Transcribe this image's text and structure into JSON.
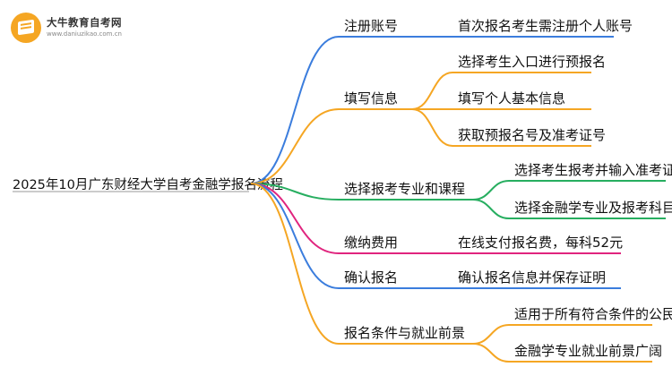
{
  "branding": {
    "name": "大牛教育自考网",
    "url": "www.daniuzikao.com.cn"
  },
  "mindmap": {
    "root": "2025年10月广东财经大学自考金融学报名流程",
    "branches": [
      {
        "label": "注册账号",
        "color": "#3b7ddd",
        "children": [
          "首次报名考生需注册个人账号"
        ]
      },
      {
        "label": "填写信息",
        "color": "#f5a623",
        "children": [
          "选择考生入口进行预报名",
          "填写个人基本信息",
          "获取预报名号及准考证号"
        ]
      },
      {
        "label": "选择报考专业和课程",
        "color": "#27ae60",
        "children": [
          "选择考生报考并输入准考证号",
          "选择金融学专业及报考科目"
        ]
      },
      {
        "label": "缴纳费用",
        "color": "#e0247e",
        "children": [
          "在线支付报名费，每科52元"
        ]
      },
      {
        "label": "确认报名",
        "color": "#3b7ddd",
        "children": [
          "确认报名信息并保存证明"
        ]
      },
      {
        "label": "报名条件与就业前景",
        "color": "#f5a623",
        "children": [
          "适用于所有符合条件的公民",
          "金融学专业就业前景广阔"
        ]
      }
    ]
  }
}
